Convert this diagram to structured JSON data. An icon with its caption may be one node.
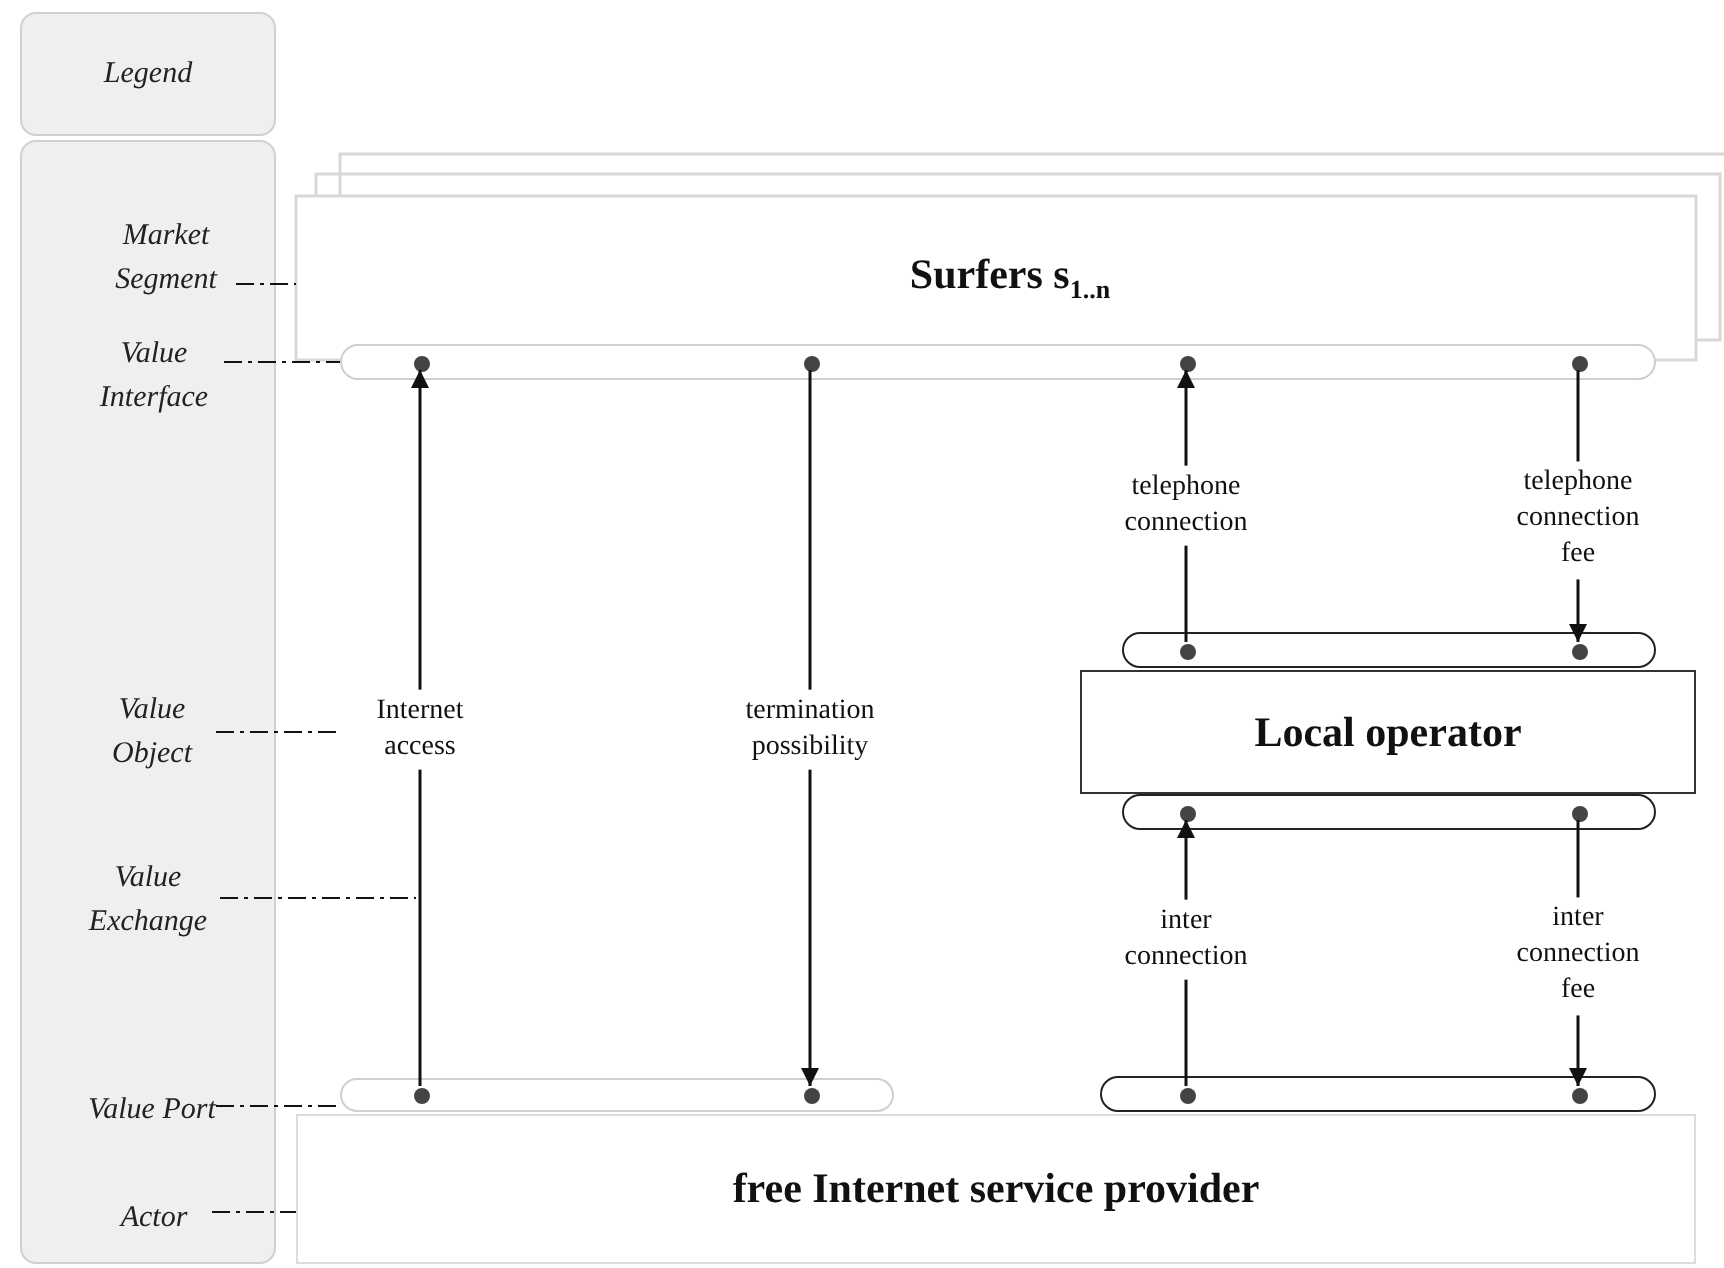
{
  "diagram": {
    "nodes": [
      {
        "text": [
          "Legend"
        ]
      },
      {
        "text": [],
        "shape": "box"
      },
      {
        "text": [
          "Market Segment"
        ],
        "in": 1
      },
      {
        "text": [
          "Value Interface"
        ],
        "in": 1
      },
      {
        "text": [
          "Value Object"
        ],
        "in": 1
      },
      {
        "text": [
          "Value Exchange"
        ],
        "in": 1
      },
      {
        "text": [
          "Value Port"
        ],
        "in": 1
      },
      {
        "text": [
          "Actor"
        ],
        "in": 1
      },
      {
        "text": [
          "Surfers s$_{1..n}$"
        ]
      },
      {
        "text": [],
        "shape": "box"
      },
      {
        "text": [],
        "shape": "circle",
        "in": 9
      },
      {
        "text": [],
        "shape": "circle",
        "in": 9
      },
      {
        "text": [],
        "shape": "circle",
        "in": 9
      },
      {
        "text": [],
        "shape": "circle",
        "in": 9
      },
      {
        "text": [
          "Local operator"
        ]
      },
      {
        "text": [],
        "shape": "box"
      },
      {
        "text": [],
        "shape": "circle",
        "in": 15
      },
      {
        "text": [],
        "shape": "circle",
        "in": 15
      },
      {
        "text": [],
        "shape": "box"
      },
      {
        "text": [],
        "shape": "circle",
        "in": 18
      },
      {
        "text": [],
        "shape": "circle",
        "in": 18
      },
      {
        "text": [
          "free Internet service provider"
        ]
      },
      {
        "text": [],
        "shape": "box"
      },
      {
        "text": [],
        "shape": "circle",
        "in": 22
      },
      {
        "text": [],
        "shape": "circle",
        "in": 22
      },
      {
        "text": [],
        "shape": "box"
      },
      {
        "text": [],
        "shape": "circle",
        "in": 25
      },
      {
        "text": [],
        "shape": "circle",
        "in": 25
      }
    ],
    "edges": [
      {
        "from": 23,
        "to": 10,
        "arrow": "to",
        "label": "Internet access"
      },
      {
        "from": 11,
        "to": 24,
        "arrow": "to",
        "label": "termination possibility"
      },
      {
        "from": 16,
        "to": 12,
        "arrow": "to",
        "label": "telephone connection"
      },
      {
        "from": 13,
        "to": 17,
        "arrow": "to",
        "label": "telephone connection fee"
      },
      {
        "from": 26,
        "to": 19,
        "arrow": "to",
        "label": "inter connection"
      },
      {
        "from": 20,
        "to": 27,
        "arrow": "to",
        "label": "inter connection fee"
      },
      {
        "from": 2,
        "to": 8,
        "arrow": "none",
        "style": "dashed"
      },
      {
        "from": 3,
        "to": 9,
        "arrow": "none",
        "style": "dashed"
      },
      {
        "from": 4,
        "to": null,
        "arrow": "none",
        "style": "dashed"
      },
      {
        "from": 5,
        "to": null,
        "arrow": "none",
        "style": "dashed"
      },
      {
        "from": 6,
        "to": 22,
        "arrow": "none",
        "style": "dashed"
      },
      {
        "from": 7,
        "to": 21,
        "arrow": "none",
        "style": "dashed"
      }
    ]
  }
}
